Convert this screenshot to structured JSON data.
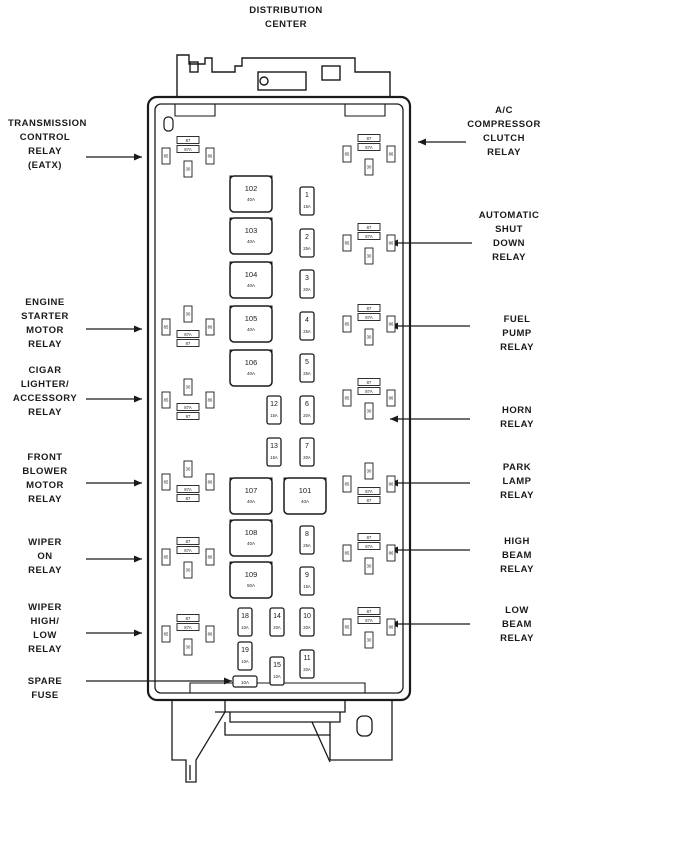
{
  "title": "DISTRIBUTION\nCENTER",
  "left_labels": [
    {
      "text": "TRANSMISSION\nCONTROL\nRELAY\n(EATX)"
    },
    {
      "text": "ENGINE\nSTARTER\nMOTOR\nRELAY"
    },
    {
      "text": "CIGAR\nLIGHTER/\nACCESSORY\nRELAY"
    },
    {
      "text": "FRONT\nBLOWER\nMOTOR\nRELAY"
    },
    {
      "text": "WIPER\nON\nRELAY"
    },
    {
      "text": "WIPER\nHIGH/\nLOW\nRELAY"
    },
    {
      "text": "SPARE\nFUSE"
    }
  ],
  "right_labels": [
    {
      "text": "A/C\nCOMPRESSOR\nCLUTCH\nRELAY"
    },
    {
      "text": "AUTOMATIC\nSHUT\nDOWN\nRELAY"
    },
    {
      "text": "FUEL\nPUMP\nRELAY"
    },
    {
      "text": "HORN\nRELAY"
    },
    {
      "text": "PARK\nLAMP\nRELAY"
    },
    {
      "text": "HIGH\nBEAM\nRELAY"
    },
    {
      "text": "LOW\nBEAM\nRELAY"
    }
  ],
  "maxi_fuses": [
    {
      "num": "102",
      "amp": "40A"
    },
    {
      "num": "103",
      "amp": "40A"
    },
    {
      "num": "104",
      "amp": "40A"
    },
    {
      "num": "105",
      "amp": "40A"
    },
    {
      "num": "106",
      "amp": "40A"
    },
    {
      "num": "107",
      "amp": "40A"
    },
    {
      "num": "101",
      "amp": "40A"
    },
    {
      "num": "108",
      "amp": "40A"
    },
    {
      "num": "109",
      "amp": "50A"
    }
  ],
  "mini_fuses": [
    {
      "num": "1",
      "amp": "15A"
    },
    {
      "num": "2",
      "amp": "25A"
    },
    {
      "num": "3",
      "amp": "20A"
    },
    {
      "num": "4",
      "amp": "25A"
    },
    {
      "num": "5",
      "amp": "25A"
    },
    {
      "num": "6",
      "amp": "20A"
    },
    {
      "num": "7",
      "amp": "20A"
    },
    {
      "num": "8",
      "amp": "25A"
    },
    {
      "num": "9",
      "amp": "15A"
    },
    {
      "num": "10",
      "amp": "20A"
    },
    {
      "num": "11",
      "amp": "20A"
    },
    {
      "num": "12",
      "amp": "15A"
    },
    {
      "num": "13",
      "amp": "15A"
    },
    {
      "num": "14",
      "amp": "20A"
    },
    {
      "num": "15",
      "amp": "10A"
    },
    {
      "num": "18",
      "amp": "10A"
    },
    {
      "num": "19",
      "amp": "10A"
    }
  ],
  "spare_fuse": {
    "amp": "10A"
  },
  "relay_pins": {
    "p87": "87",
    "p87a": "87A",
    "p30": "30",
    "p85": "85",
    "p86": "86"
  }
}
